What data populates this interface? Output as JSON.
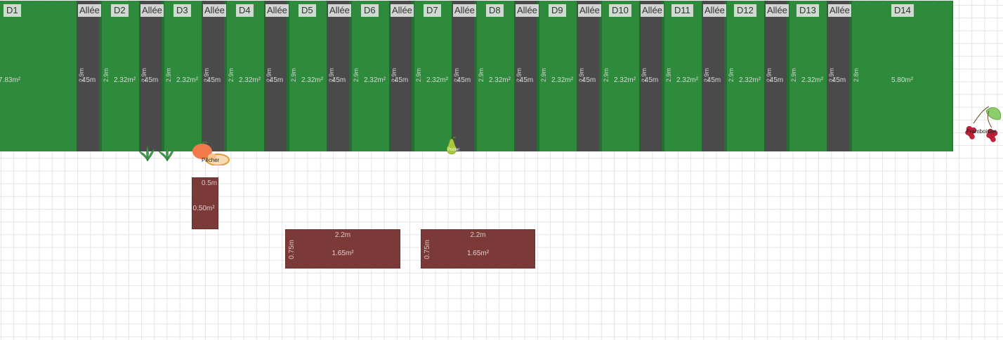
{
  "garden": {
    "beds": [
      {
        "name": "D1",
        "width": "",
        "area": "7.83m²"
      },
      {
        "name": "D2",
        "width": "",
        "area": "2.32m²"
      },
      {
        "name": "D3",
        "width": "",
        "area": "2.32m²"
      },
      {
        "name": "D4",
        "width": "",
        "area": "2.32m²"
      },
      {
        "name": "D5",
        "width": "",
        "area": "2.32m²"
      },
      {
        "name": "D6",
        "width": "",
        "area": "2.32m²"
      },
      {
        "name": "D7",
        "width": "",
        "area": "2.32m²"
      },
      {
        "name": "D8",
        "width": "",
        "area": "2.32m²"
      },
      {
        "name": "D9",
        "width": "",
        "area": "2.32m²"
      },
      {
        "name": "D10",
        "width": "",
        "area": "2.32m²"
      },
      {
        "name": "D11",
        "width": "",
        "area": "2.32m²"
      },
      {
        "name": "D12",
        "width": "",
        "area": "2.32m²"
      },
      {
        "name": "D13",
        "width": "",
        "area": "2.32m²"
      },
      {
        "name": "D14",
        "width": "",
        "area": "5.80m²"
      }
    ],
    "alley": {
      "name": "Allée",
      "area": ".45m",
      "side": "2.9m"
    },
    "bed_side": "2.9m",
    "d14_side": "2.8m",
    "colors": {
      "bed": "#2e8b3c",
      "alley": "#4a4a4a",
      "box": "#7b3a38"
    }
  },
  "boxes": [
    {
      "width": "0.5m",
      "height": "",
      "area": "0.50m²"
    },
    {
      "width": "2.2m",
      "height": "0.75m",
      "area": "1.65m²"
    },
    {
      "width": "2.2m",
      "height": "0.75m",
      "area": "1.65m²"
    }
  ],
  "plants": {
    "pecher": "Pêcher",
    "poirier": "Poirier",
    "framboisier": "Framboisier"
  }
}
